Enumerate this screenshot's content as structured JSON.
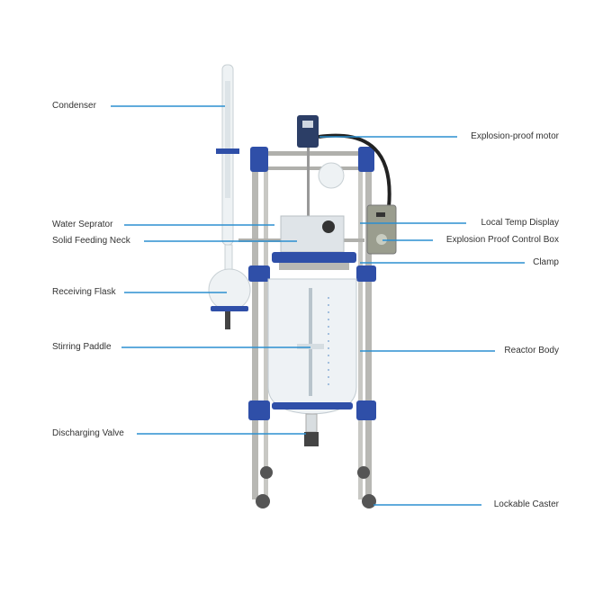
{
  "colors": {
    "leader_line": "#2b8fd0",
    "clamp_blue": "#2f4fa8",
    "steel": "#b8b8b4",
    "glass": "#e9eef2"
  },
  "labels_left": [
    {
      "text": "Condenser"
    },
    {
      "text": "Water Seprator"
    },
    {
      "text": "Solid Feeding Neck"
    },
    {
      "text": "Receiving Flask"
    },
    {
      "text": "Stirring Paddle"
    },
    {
      "text": "Discharging Valve"
    }
  ],
  "labels_right": [
    {
      "text": "Explosion-proof motor"
    },
    {
      "text": "Local Temp Display"
    },
    {
      "text": "Explosion Proof Control Box"
    },
    {
      "text": "Clamp"
    },
    {
      "text": "Reactor Body"
    },
    {
      "text": "Lockable Caster"
    }
  ]
}
